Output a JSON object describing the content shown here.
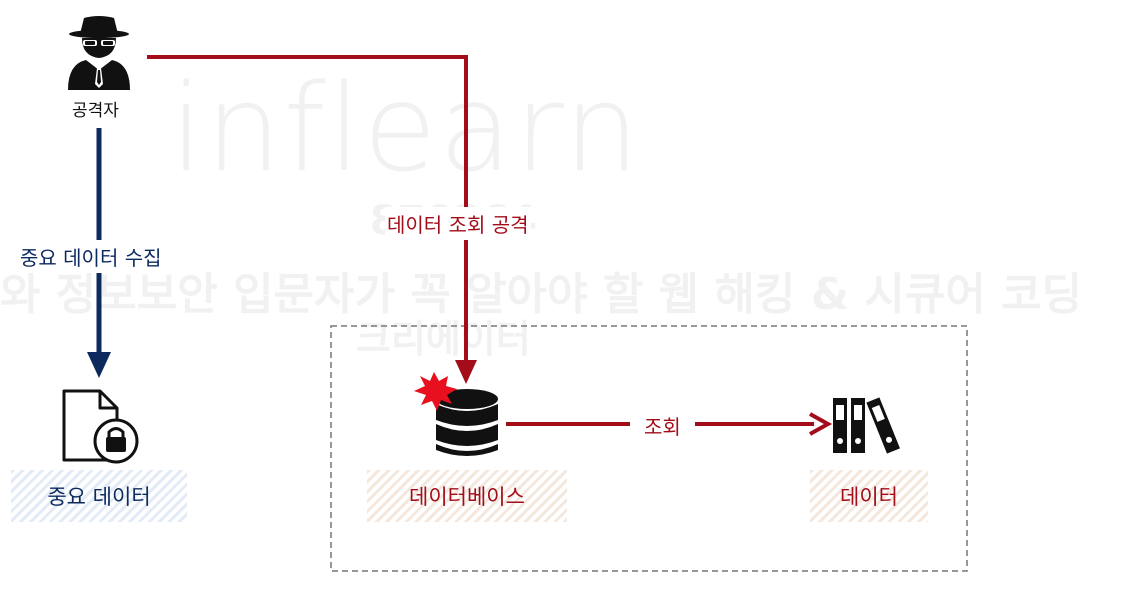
{
  "watermark": {
    "brand": "inflearn",
    "line1": "870364",
    "line2": "와 정보보안 입문자가 꼭 알아야 할 웹 해킹 & 시큐어 코딩",
    "line3": "크리에이터"
  },
  "nodes": {
    "attacker": {
      "label": "공격자",
      "icon": "hacker-icon"
    },
    "sensitive_data": {
      "label": "중요 데이터",
      "icon": "locked-document-icon"
    },
    "database": {
      "label": "데이터베이스",
      "icon": "database-icon"
    },
    "data": {
      "label": "데이터",
      "icon": "binders-icon"
    }
  },
  "edges": {
    "collect": {
      "label": "중요 데이터 수집"
    },
    "attack": {
      "label": "데이터 조회 공격"
    },
    "query": {
      "label": "조회"
    }
  },
  "colors": {
    "navy": "#0d2a5e",
    "red": "#a30d1a",
    "burst": "#e8101e",
    "icon": "#111111"
  }
}
